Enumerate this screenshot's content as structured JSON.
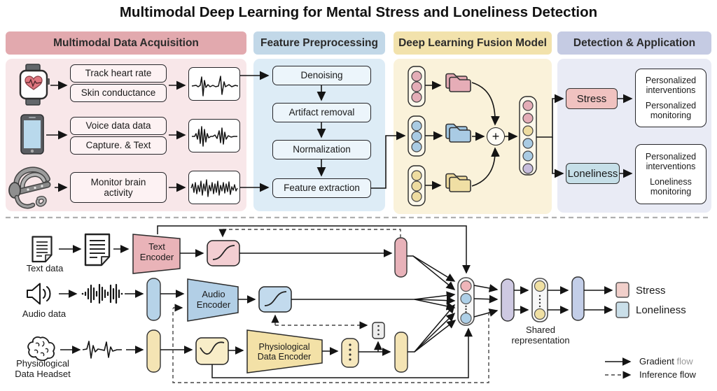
{
  "title": "Multimodal Deep Learning for Mental Stress and Loneliness Detection",
  "acquisition": {
    "header": "Multimodal Data Acquisition",
    "watch": {
      "box1": "Track heart rate",
      "box2": "Skin conductance"
    },
    "phone": {
      "box1": "Voice data data",
      "box2": "Capture. & Text"
    },
    "headset": {
      "box": "Monitor brain activity"
    }
  },
  "preprocessing": {
    "header": "Feature Preprocessing",
    "steps": [
      "Denoising",
      "Artifact removal",
      "Normalization",
      "Feature extraction"
    ]
  },
  "fusion": {
    "header": "Deep Learning Fusion Model",
    "plus": "+"
  },
  "detection": {
    "header": "Detection & Application",
    "stress": "Stress",
    "loneliness": "Loneliness",
    "stress_box": {
      "line1": "Personalized interventions",
      "line2": "Personalized monitoring"
    },
    "loneliness_box": {
      "line1": "Personalized interventions",
      "line2": "Loneliness monitoring"
    }
  },
  "architecture": {
    "text_label": "Text data",
    "audio_label": "Audio data",
    "physio_label": "Physiological Data Headset",
    "text_encoder": "Text Encoder",
    "audio_encoder": "Audio Encoder",
    "physio_encoder": "Physiological Data Encoder",
    "shared_label": "Shared representation",
    "stress": "Stress",
    "loneliness": "Loneliness"
  },
  "legend": {
    "gradient_word": "Gradient",
    "gradient_flow_word": "flow",
    "inference": "Inference flow"
  },
  "colors": {
    "acquisition_header": "#e2a9ae",
    "acquisition_body": "#f8e7e9",
    "preprocessing_header": "#c2d8e8",
    "preprocessing_body": "#ddecf6",
    "fusion_header": "#f2e2ac",
    "fusion_body": "#faf2da",
    "detection_header": "#c5cbe3",
    "detection_body": "#e9ebf5",
    "stress_box": "#f0c2c0",
    "loneliness_box": "#c6dfe8",
    "pink": "#e8b2b9",
    "blue": "#b6d3e8",
    "yellow": "#f4e4b4",
    "purple": "#cec9e2"
  }
}
